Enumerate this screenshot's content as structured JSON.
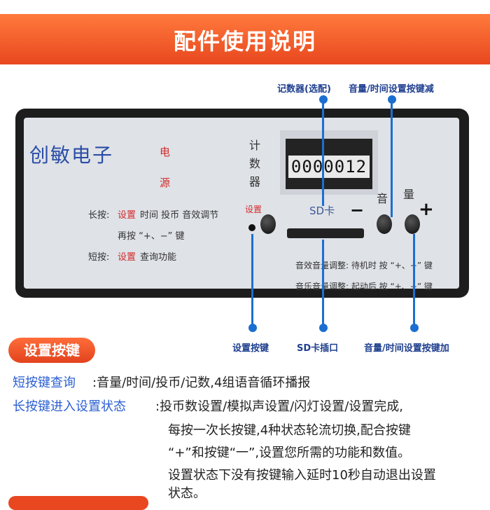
{
  "banner": {
    "title": "配件使用说明"
  },
  "callouts": {
    "counter_optional": "记数器(选配)",
    "volume_time_minus": "音量/时间设置按键减",
    "settings_key": "设置按键",
    "sd_slot": "SD卡插口",
    "volume_time_plus": "音量/时间设置按键加"
  },
  "panel": {
    "brand": "创敏电子",
    "power_1": "电",
    "power_2": "源",
    "counter_1": "计",
    "counter_2": "数",
    "counter_3": "器",
    "settings_small": "设置",
    "counter_value": "0000012",
    "sd_label": "SD卡",
    "minus": "−",
    "plus": "+",
    "vol_1": "音",
    "vol_2": "量",
    "long_press_label": "长按:",
    "long_press_setting": "设置",
    "long_press_rest": "时间  投币  音效调节",
    "then_press": "再按 “+、−” 键",
    "short_press_label": "短按:",
    "short_press_setting": "设置",
    "short_press_rest": "查询功能",
    "sfx_adjust": "音效音量调整: 待机时 按 “+、−” 键",
    "music_adjust": "音乐音量调整: 起动后 按 “+、−” 键"
  },
  "section": {
    "pill": "设置按键",
    "short_label": "短按键查询",
    "short_text": ":音量/时间/投币/记数,4组语音循环播报",
    "long_label": "长按键进入设置状态",
    "long_text_1": ":投币数设置/模拟声设置/闪灯设置/设置完成,",
    "long_text_2": "每按一次长按键,4种状态轮流切换,配合按键",
    "long_text_3": "“+”和按键“一”,设置您所需的功能和数值。",
    "long_text_4": "设置状态下没有按键输入延时10秒自动退出设置",
    "long_text_5": "状态。"
  }
}
